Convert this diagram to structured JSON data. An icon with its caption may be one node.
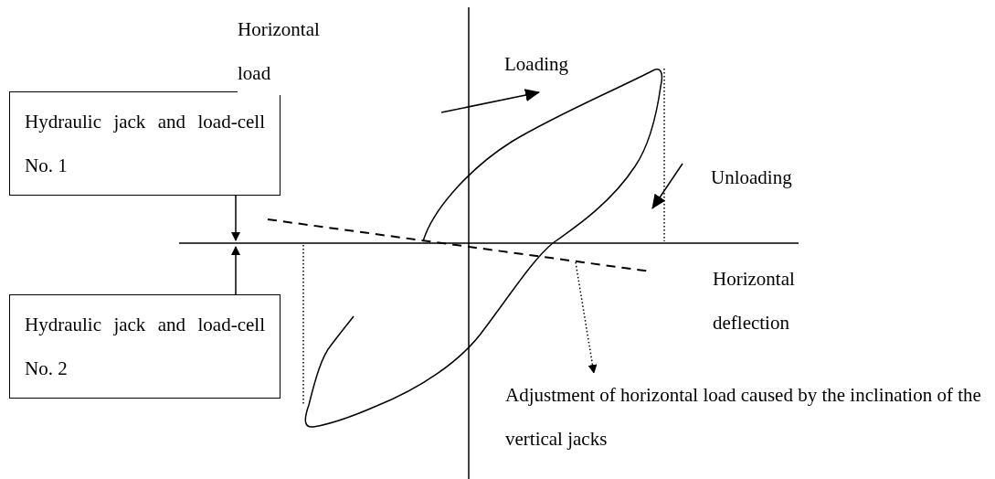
{
  "diagram": {
    "nodes": [
      {
        "text": [
          "Hydraulic jack and load-cell No. 1"
        ]
      },
      {
        "text": [
          "Hydraulic jack and load-cell No. 2"
        ]
      },
      {
        "text": [
          "Adjustment of horizontal load caused by the inclination of the vertical jacks"
        ]
      }
    ],
    "edges": [
      {
        "from": 0,
        "to": null,
        "arrow": "to"
      },
      {
        "from": 1,
        "to": null,
        "arrow": "to"
      },
      {
        "from": null,
        "to": 2,
        "arrow": "to",
        "style": "dashed"
      }
    ],
    "labels": [
      "Horizontal load",
      "Loading",
      "Unloading",
      "Horizontal deflection"
    ]
  }
}
